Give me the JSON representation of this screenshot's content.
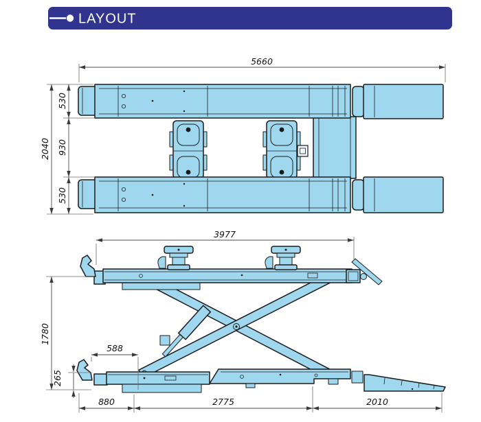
{
  "header": {
    "title": "LAYOUT",
    "banner_color": "#31348f",
    "bullet_icon": "filled-circle"
  },
  "colors": {
    "part_fill": "#9fd8ee",
    "outline": "#1b1b1b",
    "dimension_lines": "#4d4d4d",
    "banner": "#31348f"
  },
  "plan_view": {
    "description": "top view of twin-runway scissor lift with ramps",
    "dimensions": {
      "overall_length": "5660",
      "overall_width": "2040",
      "runway_width_front": "530",
      "track_between_runways": "930",
      "runway_width_rear": "530"
    }
  },
  "side_view": {
    "description": "side elevation, raised and lowered positions",
    "dimensions": {
      "platform_length": "3977",
      "raised_height": "1780",
      "wheelstop_offset": "588",
      "lowered_height": "265",
      "front_overhang": "880",
      "base_length": "2775",
      "ramp_length": "2010"
    }
  }
}
